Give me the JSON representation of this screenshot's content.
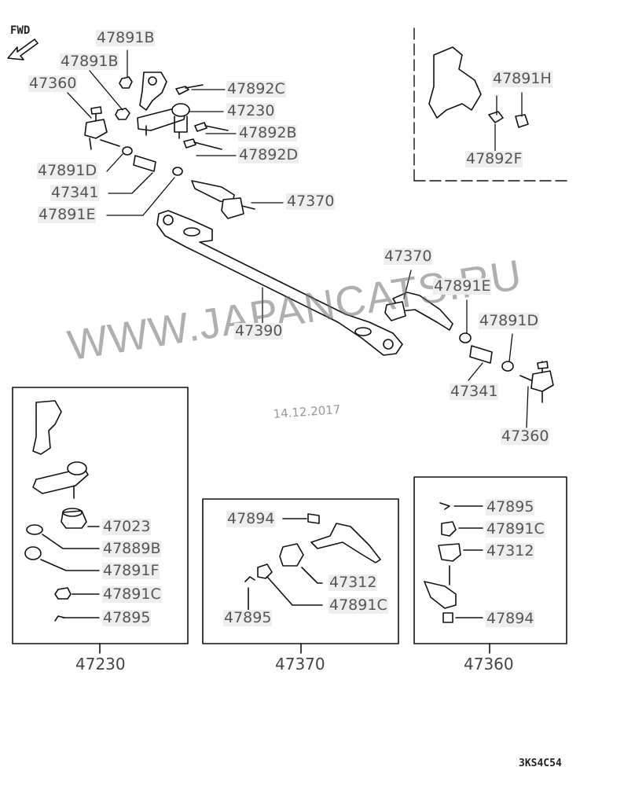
{
  "fwd_label": "FWD",
  "watermark": "WWW.JAPANCATS.RU",
  "date": "14.12.2017",
  "diagram_code": "3KS4C54",
  "main_labels": {
    "l_47891b_top": "47891B",
    "l_47891b_2": "47891B",
    "l_47360_left": "47360",
    "l_47892c": "47892C",
    "l_47230_main": "47230",
    "l_47892b": "47892B",
    "l_47892d": "47892D",
    "l_47891d_left": "47891D",
    "l_47341_left": "47341",
    "l_47891e_left": "47891E",
    "l_47370_left": "47370",
    "l_47891h": "47891H",
    "l_47892f": "47892F",
    "l_47370_right": "47370",
    "l_47891e_right": "47891E",
    "l_47390": "47390",
    "l_47891d_right": "47891D",
    "l_47341_right": "47341",
    "l_47360_right": "47360"
  },
  "detail_47230": {
    "group": "47230",
    "p1": "47023",
    "p2": "47889B",
    "p3": "47891F",
    "p4": "47891C",
    "p5": "47895"
  },
  "detail_47370": {
    "group": "47370",
    "p1": "47894",
    "p2": "47312",
    "p3": "47891C",
    "p4": "47895"
  },
  "detail_47360": {
    "group": "47360",
    "p1": "47895",
    "p2": "47891C",
    "p3": "47312",
    "p4": "47894"
  }
}
